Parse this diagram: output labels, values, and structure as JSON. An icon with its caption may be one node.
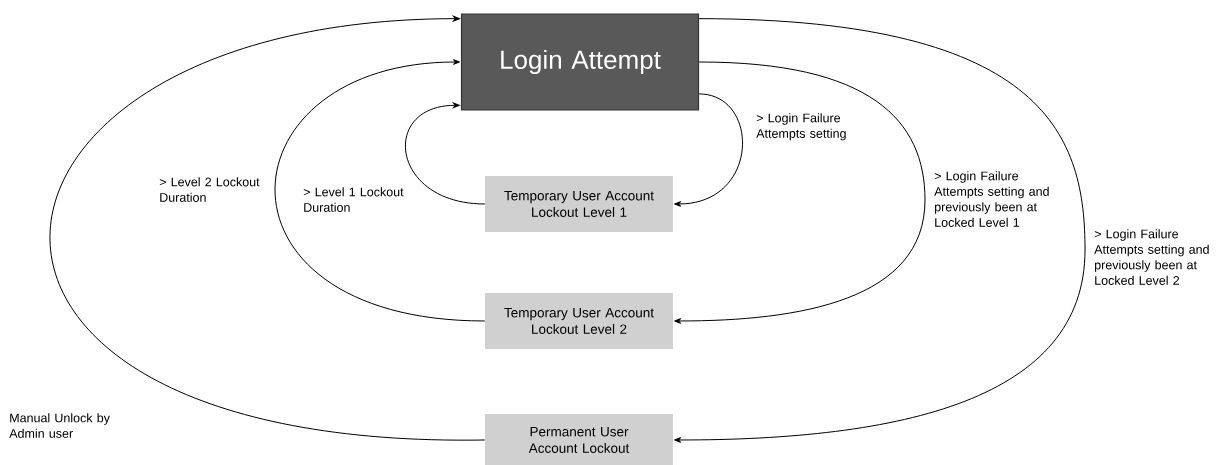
{
  "diagram": {
    "nodes": [
      {
        "text": [
          "Login Attempt"
        ]
      },
      {
        "text": [
          "Temporary User Account Lockout Level 1"
        ]
      },
      {
        "text": [
          "Temporary User Account Lockout Level 2"
        ]
      },
      {
        "text": [
          "Permanent User Account Lockout"
        ]
      }
    ],
    "edges": [
      {
        "from": 0,
        "to": 1,
        "arrow": "to",
        "label": "> Login Failure Attempts setting"
      },
      {
        "from": 0,
        "to": 2,
        "arrow": "to",
        "label": "> Login Failure Attempts setting and previously been at Locked Level 1"
      },
      {
        "from": 0,
        "to": 3,
        "arrow": "to",
        "label": "> Login Failure Attempts setting and previously been at Locked Level 2"
      },
      {
        "from": 1,
        "to": 0,
        "arrow": "to",
        "label": "> Level 1 Lockout Duration"
      },
      {
        "from": 2,
        "to": 0,
        "arrow": "to",
        "label": "> Level 2 Lockout Duration"
      },
      {
        "from": 3,
        "to": 0,
        "arrow": "to",
        "label": "Manual Unlock by Admin user"
      }
    ]
  }
}
